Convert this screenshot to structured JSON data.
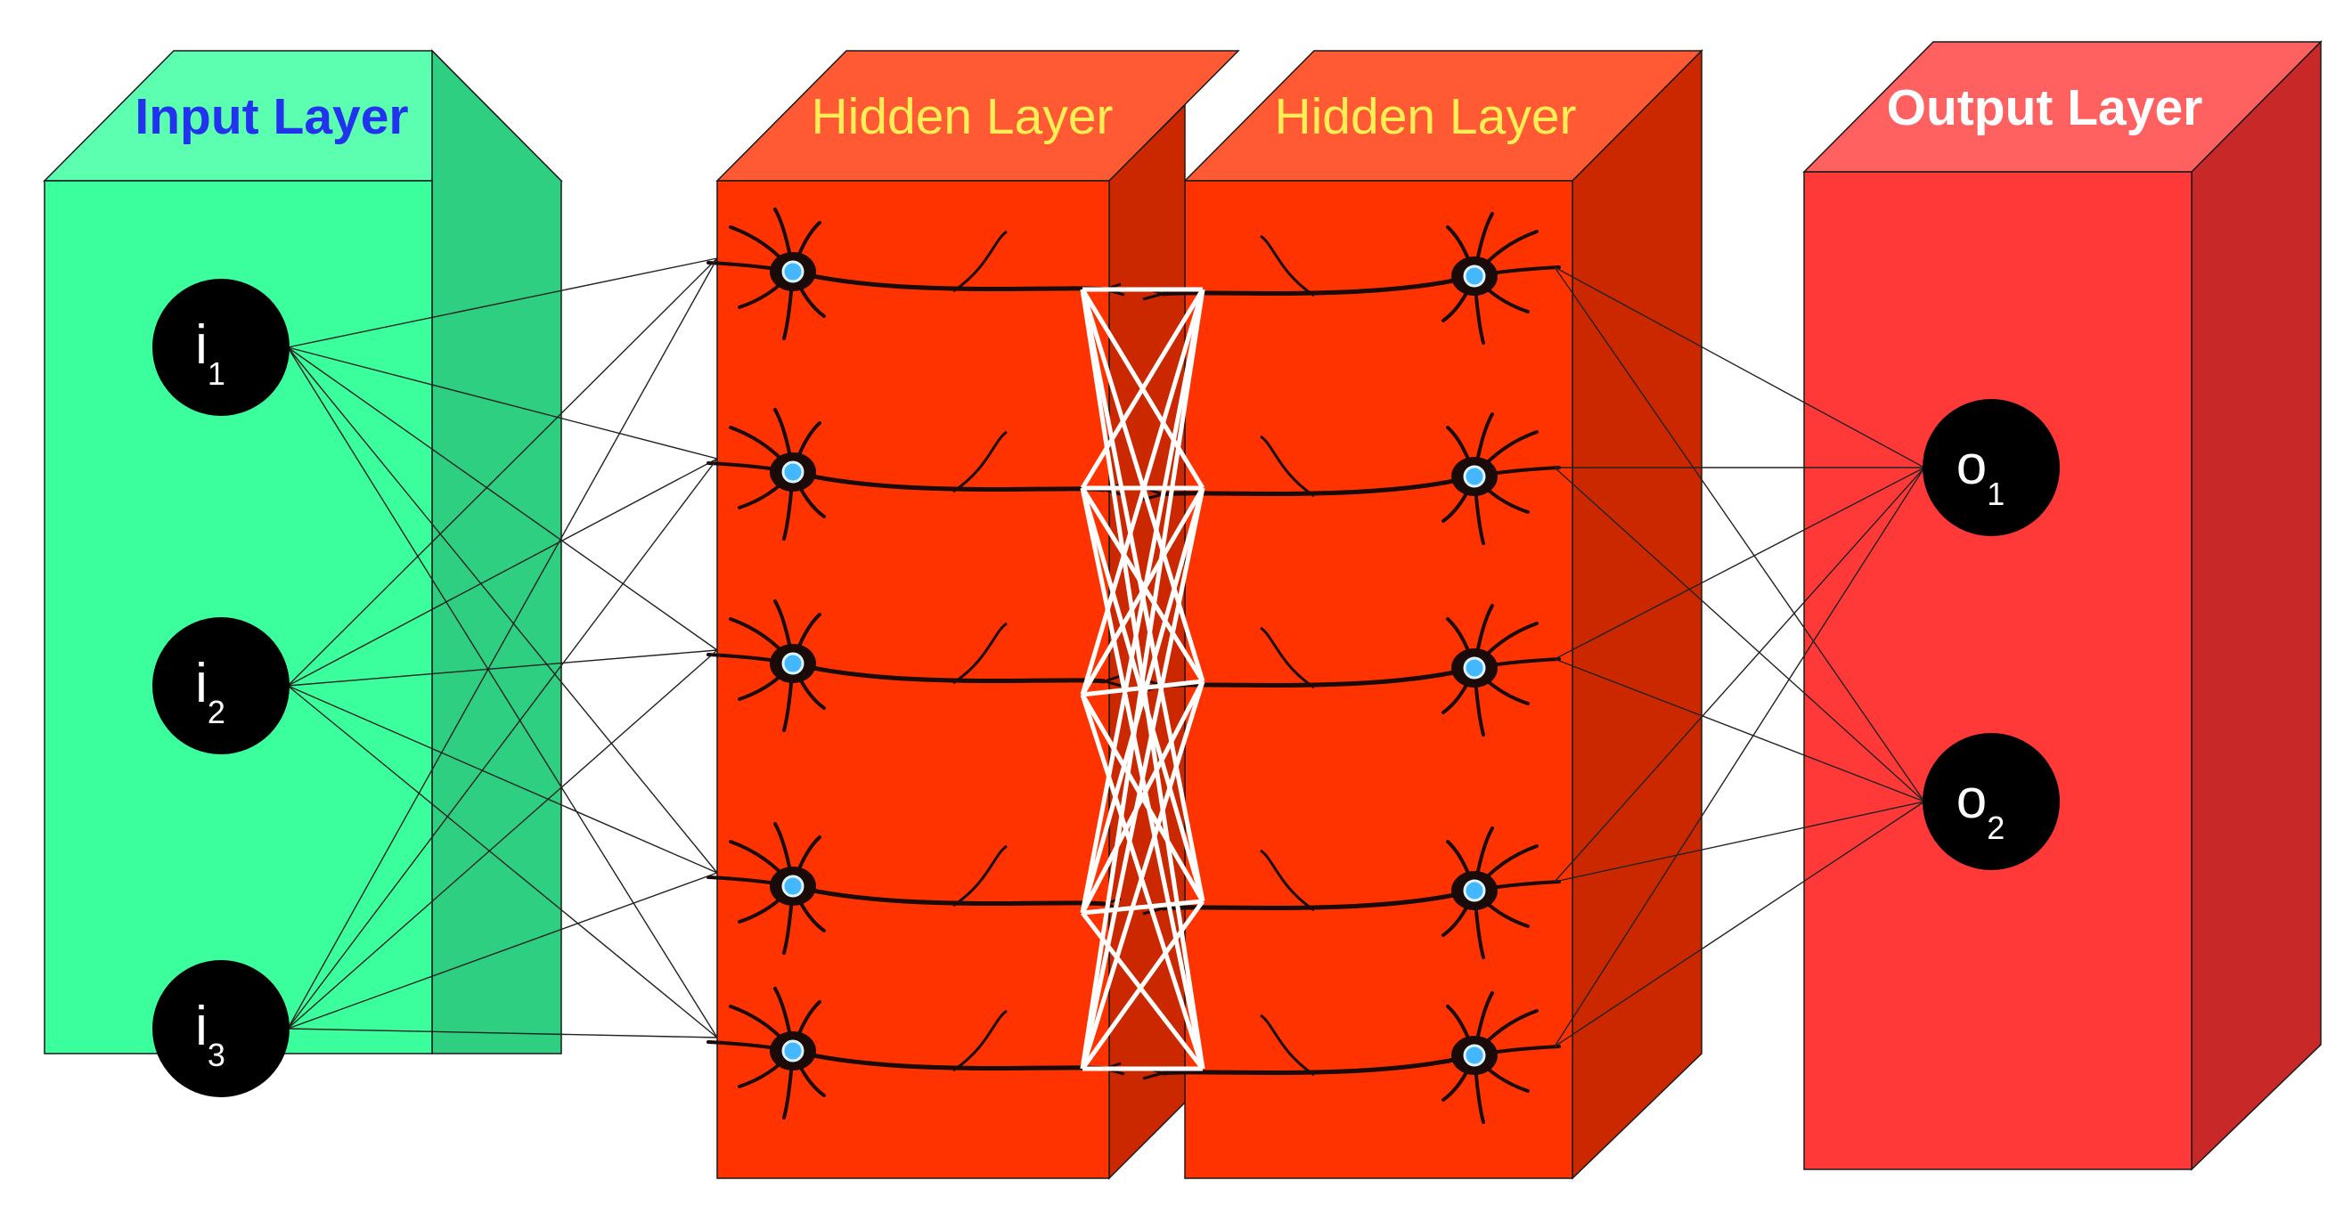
{
  "colors": {
    "input_front": "#3bff9c",
    "input_top": "#5bffaf",
    "input_side": "#2ecf80",
    "hidden_front": "#ff3300",
    "hidden_top": "#ff5a33",
    "hidden_side": "#cc2800",
    "output_front": "#ff3838",
    "output_top": "#ff6060",
    "output_side": "#c92828",
    "input_label": "#2233ee",
    "hidden_label": "#ffee55",
    "output_label": "#ffffff",
    "node": "#000000",
    "neuron_body": "#1a0a08",
    "nucleus": "#44b8ff",
    "white_links": "#ffffff",
    "black_links": "#222222"
  },
  "layers": {
    "input": {
      "label": "Input Layer"
    },
    "hidden1": {
      "label": "Hidden Layer"
    },
    "hidden2": {
      "label": "Hidden Layer"
    },
    "output": {
      "label": "Output Layer"
    }
  },
  "input_nodes": [
    {
      "base": "i",
      "sub": "1"
    },
    {
      "base": "i",
      "sub": "2"
    },
    {
      "base": "i",
      "sub": "3"
    }
  ],
  "output_nodes": [
    {
      "base": "o",
      "sub": "1"
    },
    {
      "base": "o",
      "sub": "2"
    }
  ],
  "hidden_neuron_count": 5
}
